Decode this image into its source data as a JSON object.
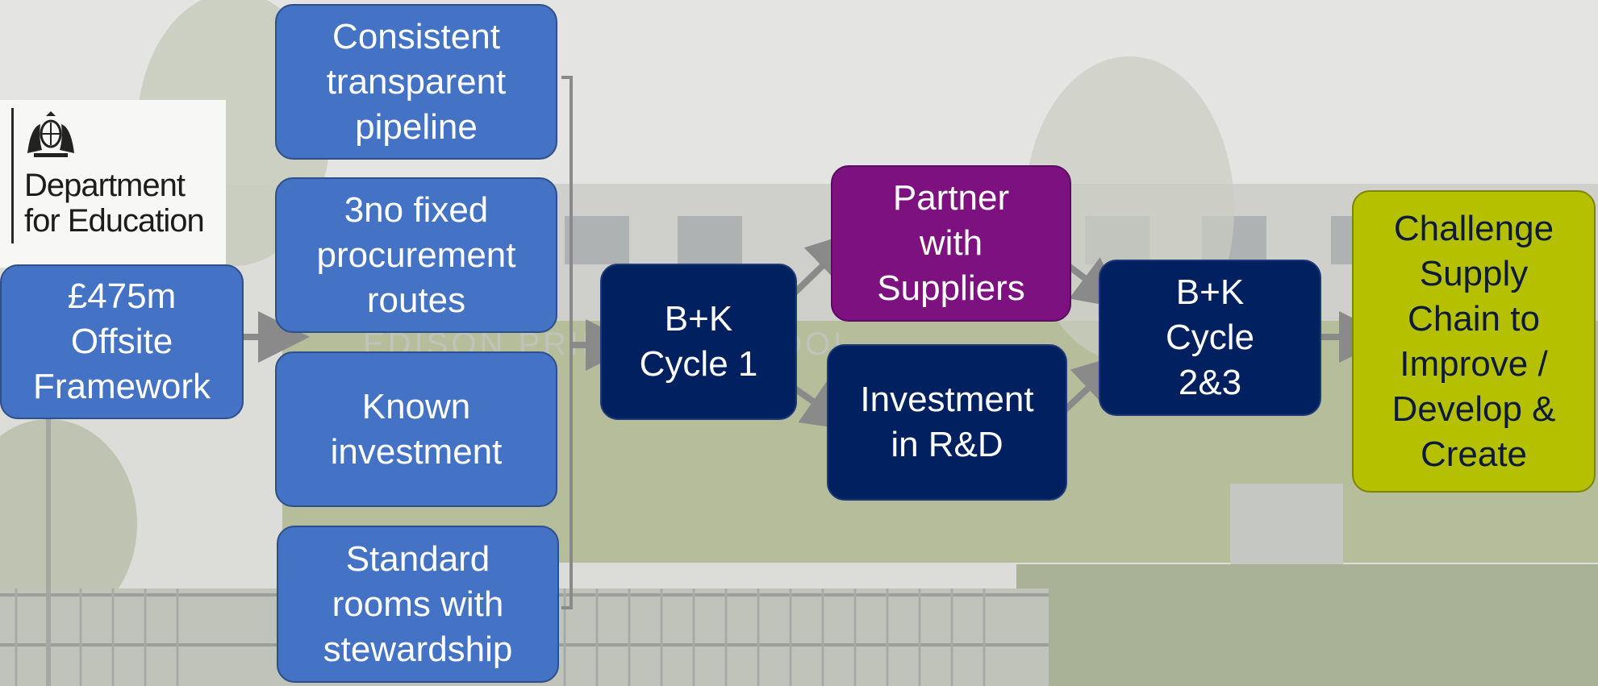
{
  "logo": {
    "text": "Department\nfor Education",
    "crest": "royal-coat-of-arms-icon"
  },
  "nodes": {
    "framework": "£475m\nOffsite\nFramework",
    "pipeline": "Consistent\ntransparent\npipeline",
    "procurement": "3no fixed\nprocurement\nroutes",
    "investment": "Known\ninvestment",
    "rooms": "Standard\nrooms with\nstewardship",
    "cycle1": "B+K\nCycle 1",
    "partner": "Partner\nwith\nSuppliers",
    "rnd": "Investment\nin R&D",
    "cycle23": "B+K\nCycle\n2&3",
    "challenge": "Challenge\nSupply\nChain to\nImprove /\nDevelop &\nCreate"
  },
  "background": {
    "sign_text": "EDISON PRIMARY SCHOOL"
  },
  "colors": {
    "light_blue": "#4472c4",
    "navy": "#002060",
    "purple": "#7e1180",
    "lime": "#b5c000",
    "arrow": "#8a8a8a"
  }
}
